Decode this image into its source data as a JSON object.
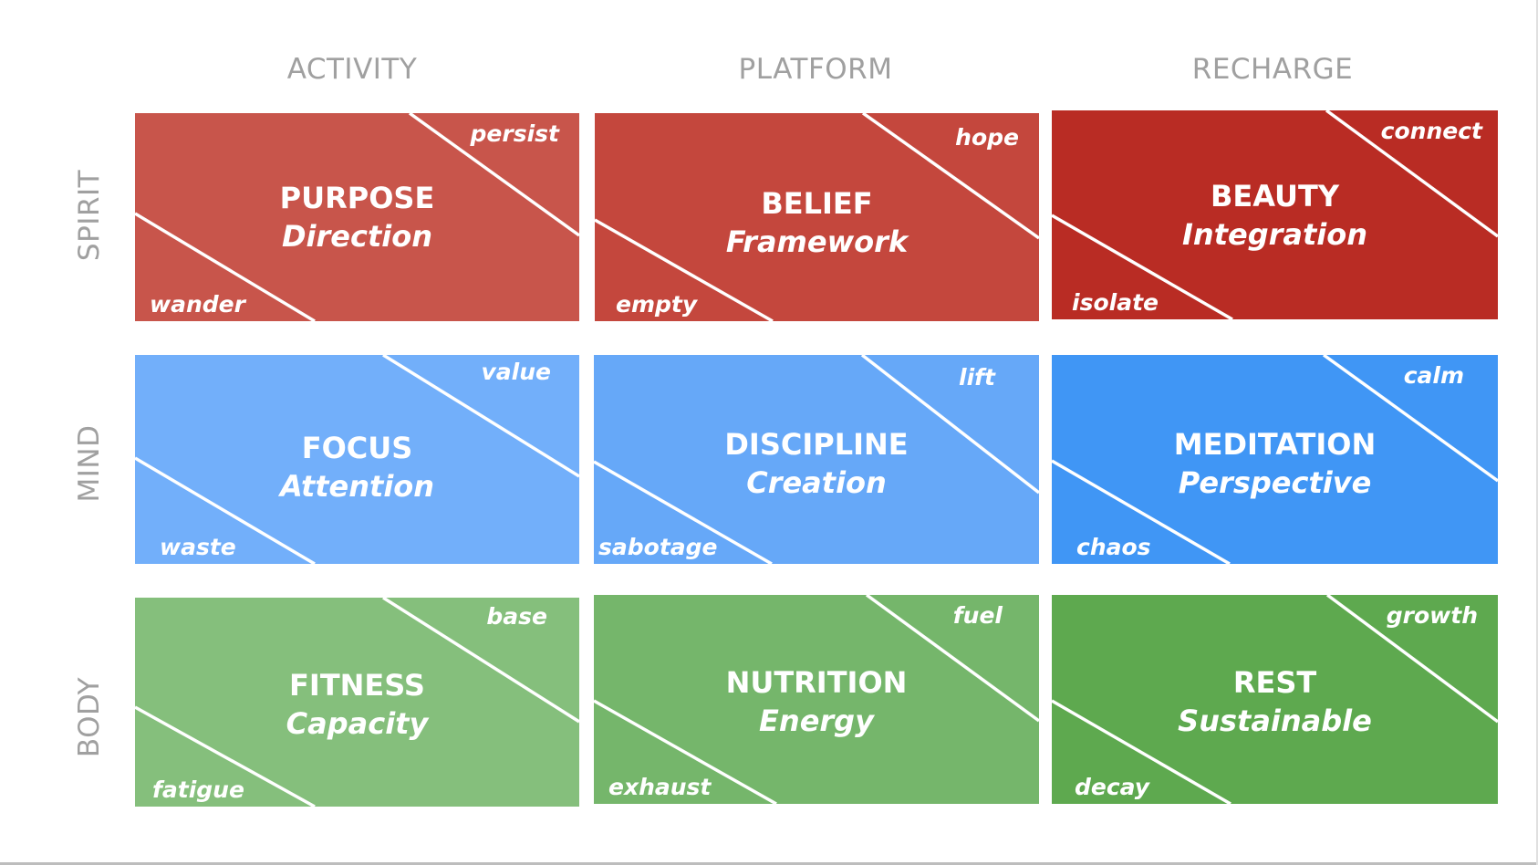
{
  "columns": [
    "ACTIVITY",
    "PLATFORM",
    "RECHARGE"
  ],
  "rows": [
    "SPIRIT",
    "MIND",
    "BODY"
  ],
  "colors": {
    "spirit": [
      "#c8554b",
      "#c4473d",
      "#b92c24"
    ],
    "mind": [
      "#72affa",
      "#66a8f8",
      "#4096f5"
    ],
    "body": [
      "#85bf7c",
      "#75b66b",
      "#5ea94f"
    ],
    "header_gray": "#a0a0a0"
  },
  "tiles": [
    [
      {
        "title": "PURPOSE",
        "subtitle": "Direction",
        "top_word": "persist",
        "bottom_word": "wander"
      },
      {
        "title": "BELIEF",
        "subtitle": "Framework",
        "top_word": "hope",
        "bottom_word": "empty"
      },
      {
        "title": "BEAUTY",
        "subtitle": "Integration",
        "top_word": "connect",
        "bottom_word": "isolate"
      }
    ],
    [
      {
        "title": "FOCUS",
        "subtitle": "Attention",
        "top_word": "value",
        "bottom_word": "waste"
      },
      {
        "title": "DISCIPLINE",
        "subtitle": "Creation",
        "top_word": "lift",
        "bottom_word": "sabotage"
      },
      {
        "title": "MEDITATION",
        "subtitle": "Perspective",
        "top_word": "calm",
        "bottom_word": "chaos"
      }
    ],
    [
      {
        "title": "FITNESS",
        "subtitle": "Capacity",
        "top_word": "base",
        "bottom_word": "fatigue"
      },
      {
        "title": "NUTRITION",
        "subtitle": "Energy",
        "top_word": "fuel",
        "bottom_word": "exhaust"
      },
      {
        "title": "REST",
        "subtitle": "Sustainable",
        "top_word": "growth",
        "bottom_word": "decay"
      }
    ]
  ]
}
